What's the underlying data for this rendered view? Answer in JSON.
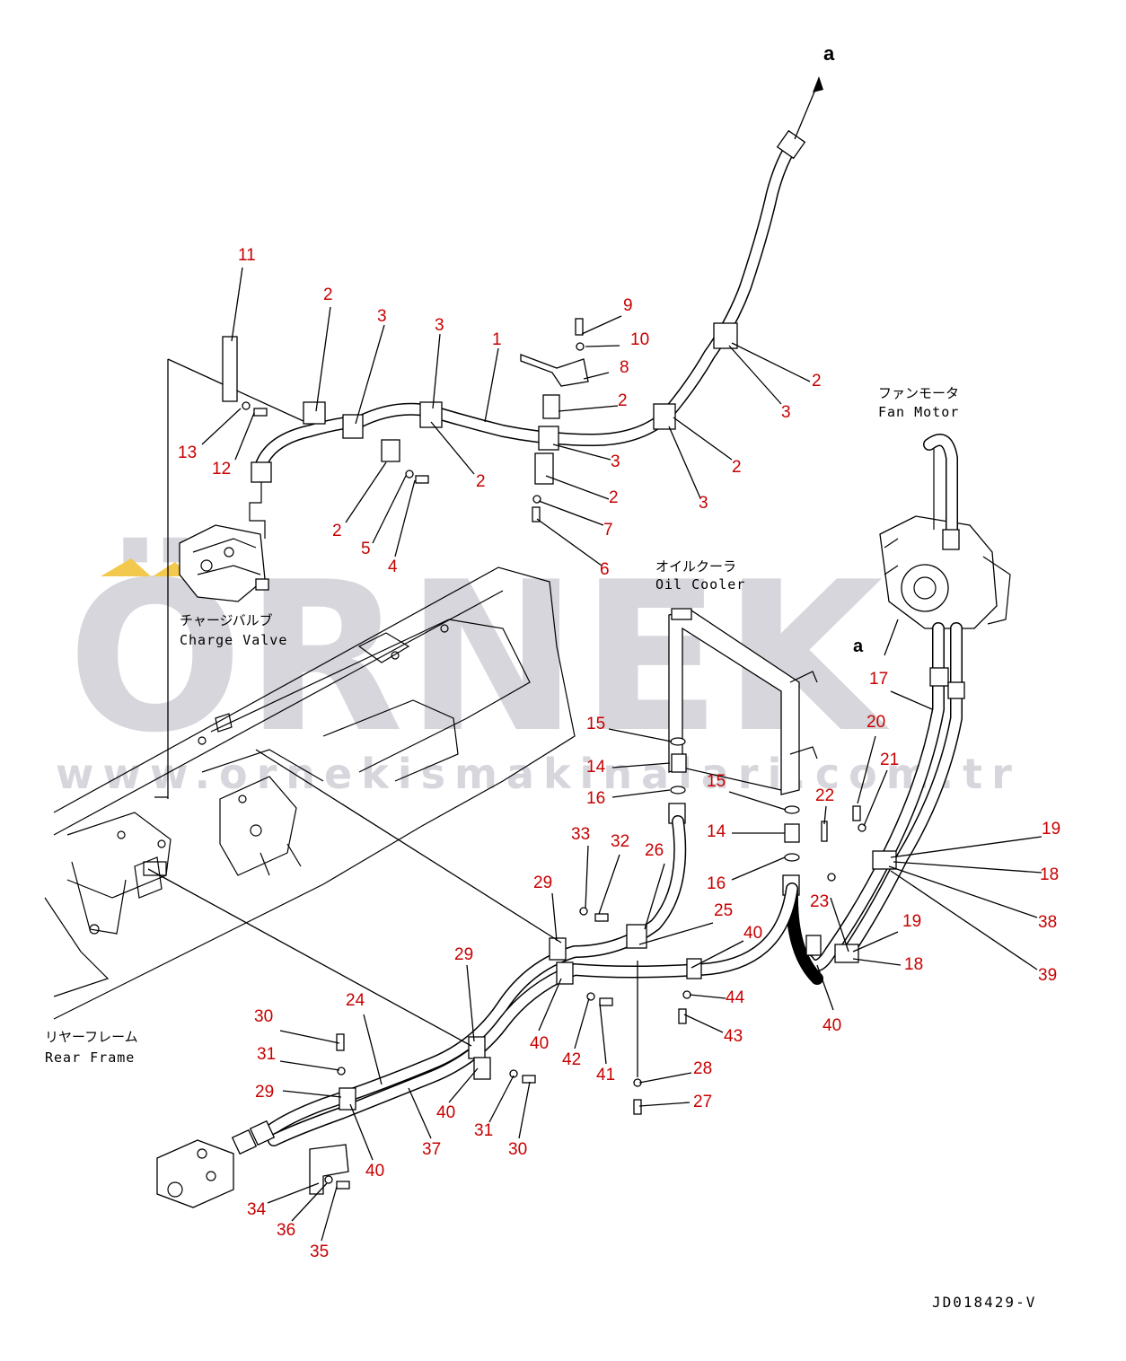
{
  "drawing_code": "JD018429-V",
  "watermark": {
    "brand": "ÖRNEK",
    "url": "www.ornekismakinalari.com.tr"
  },
  "view_letters": [
    "a",
    "a"
  ],
  "component_labels": [
    {
      "id": "fan-motor",
      "jp": "ファンモータ",
      "en": "Fan Motor"
    },
    {
      "id": "oil-cooler",
      "jp": "オイルクーラ",
      "en": "Oil Cooler"
    },
    {
      "id": "charge-valve",
      "jp": "チャージバルブ",
      "en": "Charge Valve"
    },
    {
      "id": "rear-frame",
      "jp": "リヤーフレーム",
      "en": "Rear Frame"
    }
  ],
  "callouts": [
    "11",
    "2",
    "3",
    "3",
    "1",
    "9",
    "10",
    "8",
    "2",
    "2",
    "3",
    "13",
    "12",
    "2",
    "3",
    "2",
    "5",
    "4",
    "2",
    "7",
    "6",
    "2",
    "3",
    "15",
    "14",
    "16",
    "15",
    "14",
    "16",
    "20",
    "21",
    "22",
    "17",
    "33",
    "32",
    "26",
    "29",
    "25",
    "40",
    "19",
    "18",
    "38",
    "19",
    "18",
    "39",
    "23",
    "29",
    "44",
    "43",
    "40",
    "24",
    "30",
    "31",
    "29",
    "40",
    "42",
    "41",
    "28",
    "27",
    "31",
    "30",
    "40",
    "37",
    "40",
    "34",
    "36",
    "35"
  ],
  "colors": {
    "callout": "#c80000",
    "line": "#000000",
    "watermark": "#d6d6dc",
    "watermark_accent": "#f2c94c"
  }
}
